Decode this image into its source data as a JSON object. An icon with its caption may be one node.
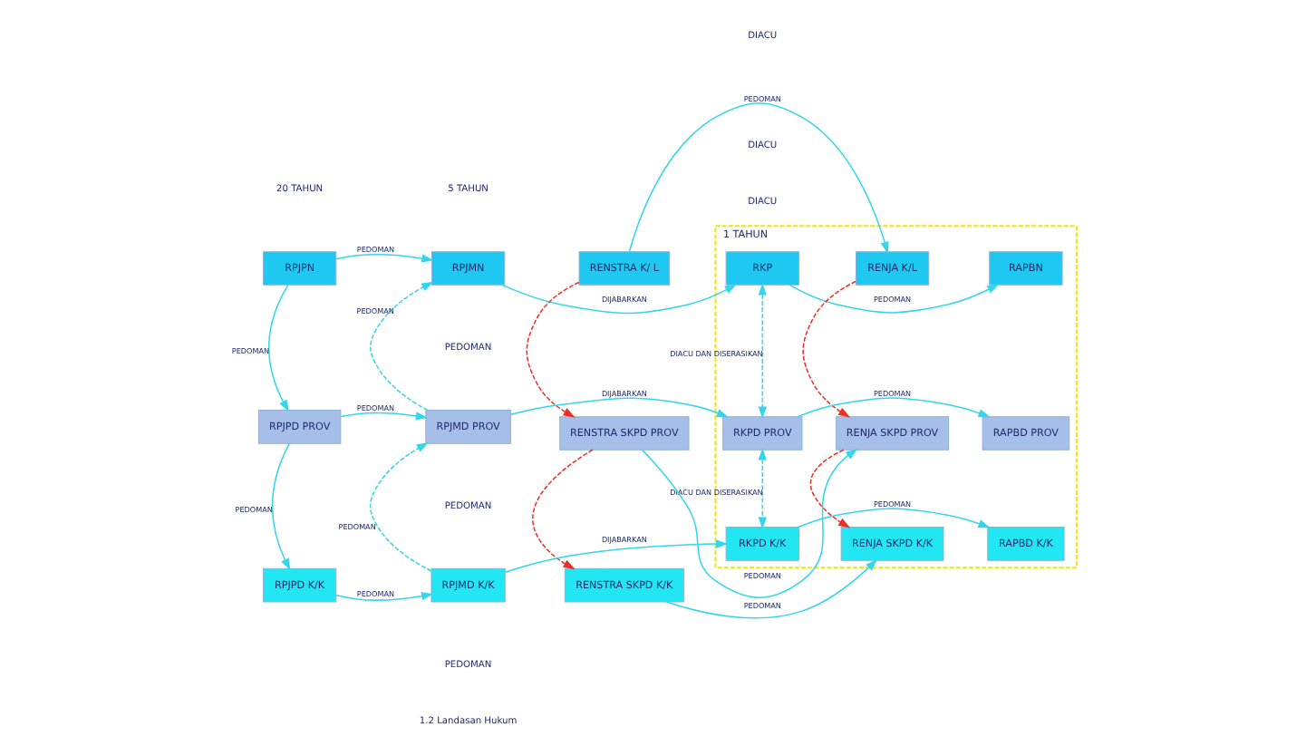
{
  "diagram": {
    "nodes": [
      {
        "text": [
          "1 TAHUN"
        ]
      },
      {
        "text": [
          "RPJPN"
        ]
      },
      {
        "text": [
          "RPJMN"
        ]
      },
      {
        "text": [
          "RKP"
        ],
        "in": 0
      },
      {
        "text": [
          "RAPBN"
        ],
        "in": 0
      },
      {
        "text": [
          "RENSTRA K/ L"
        ]
      },
      {
        "text": [
          "RENJA K/L"
        ],
        "in": 0
      },
      {
        "text": [
          "RPJPD PROV"
        ]
      },
      {
        "text": [
          "RPJMD PROV"
        ]
      },
      {
        "text": [
          "RKPD PROV"
        ],
        "in": 0
      },
      {
        "text": [
          "RAPBD PROV"
        ],
        "in": 0
      },
      {
        "text": [
          "RENSTRA SKPD PROV"
        ]
      },
      {
        "text": [
          "RENJA SKPD PROV"
        ],
        "in": 0
      },
      {
        "text": [
          "RPJPD K/K"
        ]
      },
      {
        "text": [
          "RPJMD K/K"
        ]
      },
      {
        "text": [
          "RKPD K/K"
        ],
        "in": 0
      },
      {
        "text": [
          "RAPBD K/K"
        ],
        "in": 0
      },
      {
        "text": [
          "RENSTRA SKPD K/K"
        ]
      },
      {
        "text": [
          "RENJA SKPD K/K"
        ],
        "in": 0
      }
    ],
    "edges": [
      {
        "from": 1,
        "to": 2,
        "arrow": "to",
        "label": "PEDOMAN"
      },
      {
        "from": 1,
        "to": 7,
        "arrow": "to",
        "label": "PEDOMAN"
      },
      {
        "from": 2,
        "to": 3,
        "arrow": "to",
        "label": "DIJABARKAN"
      },
      {
        "from": 3,
        "to": 4,
        "arrow": "to",
        "label": "PEDOMAN"
      },
      {
        "from": 8,
        "to": 2,
        "arrow": "to",
        "label": "PEDOMAN",
        "style": "dashed"
      },
      {
        "from": 3,
        "to": 9,
        "arrow": "both",
        "label": "DIACU DAN DISERASIKAN",
        "style": "dashed"
      },
      {
        "from": 5,
        "to": 6,
        "arrow": "to",
        "label": "PEDOMAN"
      },
      {
        "from": 5,
        "to": 11,
        "arrow": "to",
        "style": "dashed",
        "color": "#e8302a"
      },
      {
        "from": 6,
        "to": 12,
        "arrow": "to",
        "style": "dashed",
        "color": "#e8302a"
      },
      {
        "from": 7,
        "to": 8,
        "arrow": "to",
        "label": "PEDOMAN"
      },
      {
        "from": 8,
        "to": 9,
        "arrow": "to",
        "label": "DIJABARKAN"
      },
      {
        "from": 9,
        "to": 10,
        "arrow": "to",
        "label": "PEDOMAN"
      },
      {
        "from": 7,
        "to": 13,
        "arrow": "to",
        "label": "PEDOMAN"
      },
      {
        "from": 14,
        "to": 8,
        "arrow": "to",
        "label": "PEDOMAN",
        "style": "dashed"
      },
      {
        "from": 9,
        "to": 15,
        "arrow": "both",
        "label": "DIACU DAN DISERASIKAN",
        "style": "dashed"
      },
      {
        "from": 11,
        "to": 12,
        "arrow": "to",
        "label": "PEDOMAN"
      },
      {
        "from": 11,
        "to": 17,
        "arrow": "to",
        "style": "dashed",
        "color": "#e8302a"
      },
      {
        "from": 12,
        "to": 18,
        "arrow": "to",
        "style": "dashed",
        "color": "#e8302a"
      },
      {
        "from": 13,
        "to": 14,
        "arrow": "to",
        "label": "PEDOMAN"
      },
      {
        "from": 14,
        "to": 15,
        "arrow": "to",
        "label": "DIJABARKAN"
      },
      {
        "from": 15,
        "to": 16,
        "arrow": "to",
        "label": "PEDOMAN"
      },
      {
        "from": 17,
        "to": 18,
        "arrow": "to",
        "label": "PEDOMAN"
      }
    ],
    "labels": [
      "20 TAHUN",
      "5 TAHUN",
      "PEDOMAN",
      "DIACU",
      "PEDOMAN",
      "DIACU",
      "PEDOMAN",
      "DIACU",
      "1.2 Landasan Hukum"
    ]
  }
}
